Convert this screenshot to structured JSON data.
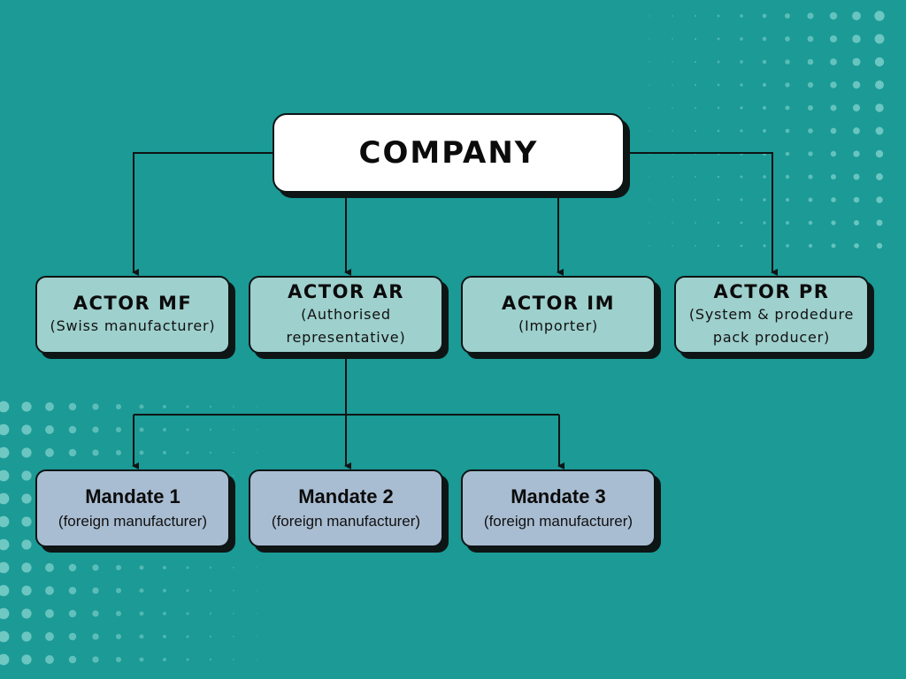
{
  "colors": {
    "background": "#1b9a96",
    "company_fill": "#ffffff",
    "actor_fill": "#9ed0cd",
    "mandate_fill": "#a9bdd2",
    "line": "#0e1414"
  },
  "company": {
    "title": "COMPANY"
  },
  "actors": [
    {
      "title": "ACTOR MF",
      "subtitle": "(Swiss manufacturer)"
    },
    {
      "title": "ACTOR AR",
      "subtitle": "(Authorised\nrepresentative)"
    },
    {
      "title": "ACTOR IM",
      "subtitle": "(Importer)"
    },
    {
      "title": "ACTOR PR",
      "subtitle": "(System & prodedure\npack producer)"
    }
  ],
  "mandates": [
    {
      "title": "Mandate 1",
      "subtitle": "(foreign manufacturer)"
    },
    {
      "title": "Mandate 2",
      "subtitle": "(foreign manufacturer)"
    },
    {
      "title": "Mandate 3",
      "subtitle": "(foreign manufacturer)"
    }
  ]
}
